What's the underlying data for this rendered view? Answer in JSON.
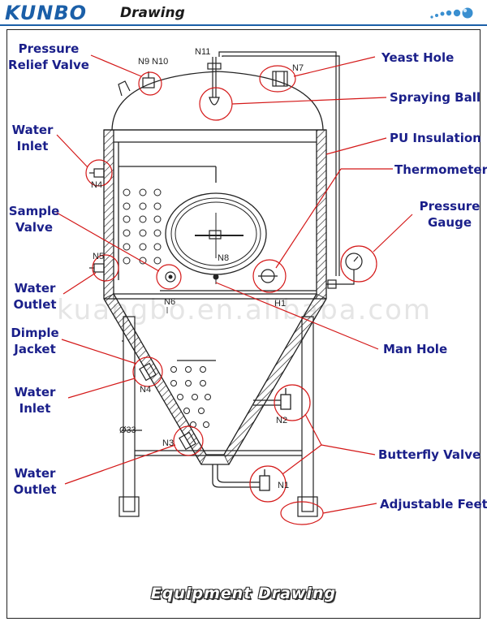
{
  "header": {
    "brand": "KUNBO",
    "section_title": "Drawing"
  },
  "footer": {
    "title": "Equipment Drawing"
  },
  "watermark": "kuangbo.en.alibaba.com",
  "nozzles": {
    "n1": "N1",
    "n2": "N2",
    "n3": "N3",
    "n4": "N4",
    "n4b": "N4",
    "n5": "N5",
    "n6": "N6",
    "n7": "N7",
    "n8": "N8",
    "n9n10": "N9 N10",
    "n11": "N11",
    "h1": "H1",
    "d33": "Ø33"
  },
  "labels": {
    "pressure_relief_valve": "Pressure\nRelief Valve",
    "water_inlet_top": "Water\nInlet",
    "sample_valve": "Sample\nValve",
    "water_outlet_top": "Water\nOutlet",
    "dimple_jacket": "Dimple\nJacket",
    "water_inlet_bottom": "Water\nInlet",
    "water_outlet_bottom": "Water\nOutlet",
    "yeast_hole": "Yeast Hole",
    "spraying_ball": "Spraying Ball",
    "pu_insulation": "PU Insulation",
    "thermometer": "Thermometer",
    "pressure_gauge": "Pressure\nGauge",
    "man_hole": "Man Hole",
    "butterfly_valve": "Butterfly Valve",
    "adjustable_feet": "Adjustable Feet"
  },
  "colors": {
    "label": "#1a1f8a",
    "leader": "#d41818",
    "line": "#222222",
    "brand": "#1b5fa8"
  }
}
